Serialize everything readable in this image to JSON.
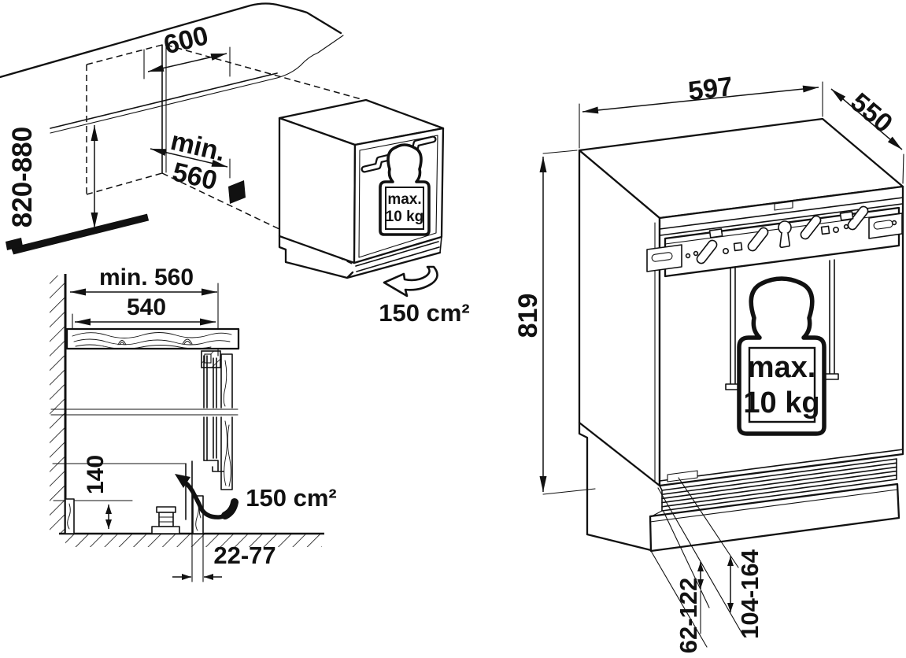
{
  "figure": {
    "background_color": "#ffffff",
    "line_color": "#111111"
  },
  "niche_view": {
    "niche_width_mm": "600",
    "niche_depth_prefix": "min.",
    "niche_depth_mm": "560",
    "niche_height_mm": "820-880",
    "ventilation_area": "150 cm²",
    "door_load_label": "max.",
    "door_load_value": "10 kg"
  },
  "section_view": {
    "niche_depth_mm": "min. 560",
    "worktop_depth_mm": "540",
    "plinth_height_mm": "140",
    "ventilation_area": "150 cm²",
    "plinth_recess_mm": "22-77"
  },
  "appliance_view": {
    "width_mm": "597",
    "depth_mm": "550",
    "height_mm": "819",
    "vent_clearance_mm": "62-122",
    "plinth_clearance_mm": "104-164",
    "door_load_label": "max.",
    "door_load_value": "10 kg"
  }
}
